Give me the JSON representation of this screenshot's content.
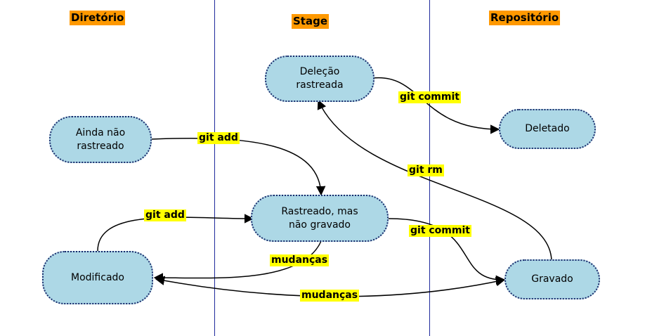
{
  "columns": {
    "diretorio": "Diretório",
    "stage": "Stage",
    "repositorio": "Repositório"
  },
  "nodes": {
    "delecao": "Deleção\nrastreada",
    "deletado": "Deletado",
    "ainda_nao": "Ainda não\nrastreado",
    "rastreado": "Rastreado, mas\nnão gravado",
    "modificado": "Modificado",
    "gravado": "Gravado"
  },
  "edges": {
    "git_commit_top": "git commit",
    "git_add_top": "git add",
    "git_rm": "git rm",
    "git_add_bottom": "git add",
    "git_commit_bottom": "git commit",
    "mudancas_1": "mudanças",
    "mudancas_2": "mudanças"
  },
  "colors": {
    "node_fill": "#add8e6",
    "node_border": "#1a2a6c",
    "title_bg": "#ff9900",
    "label_bg": "#ffff00",
    "divider": "#1f2a9c"
  }
}
